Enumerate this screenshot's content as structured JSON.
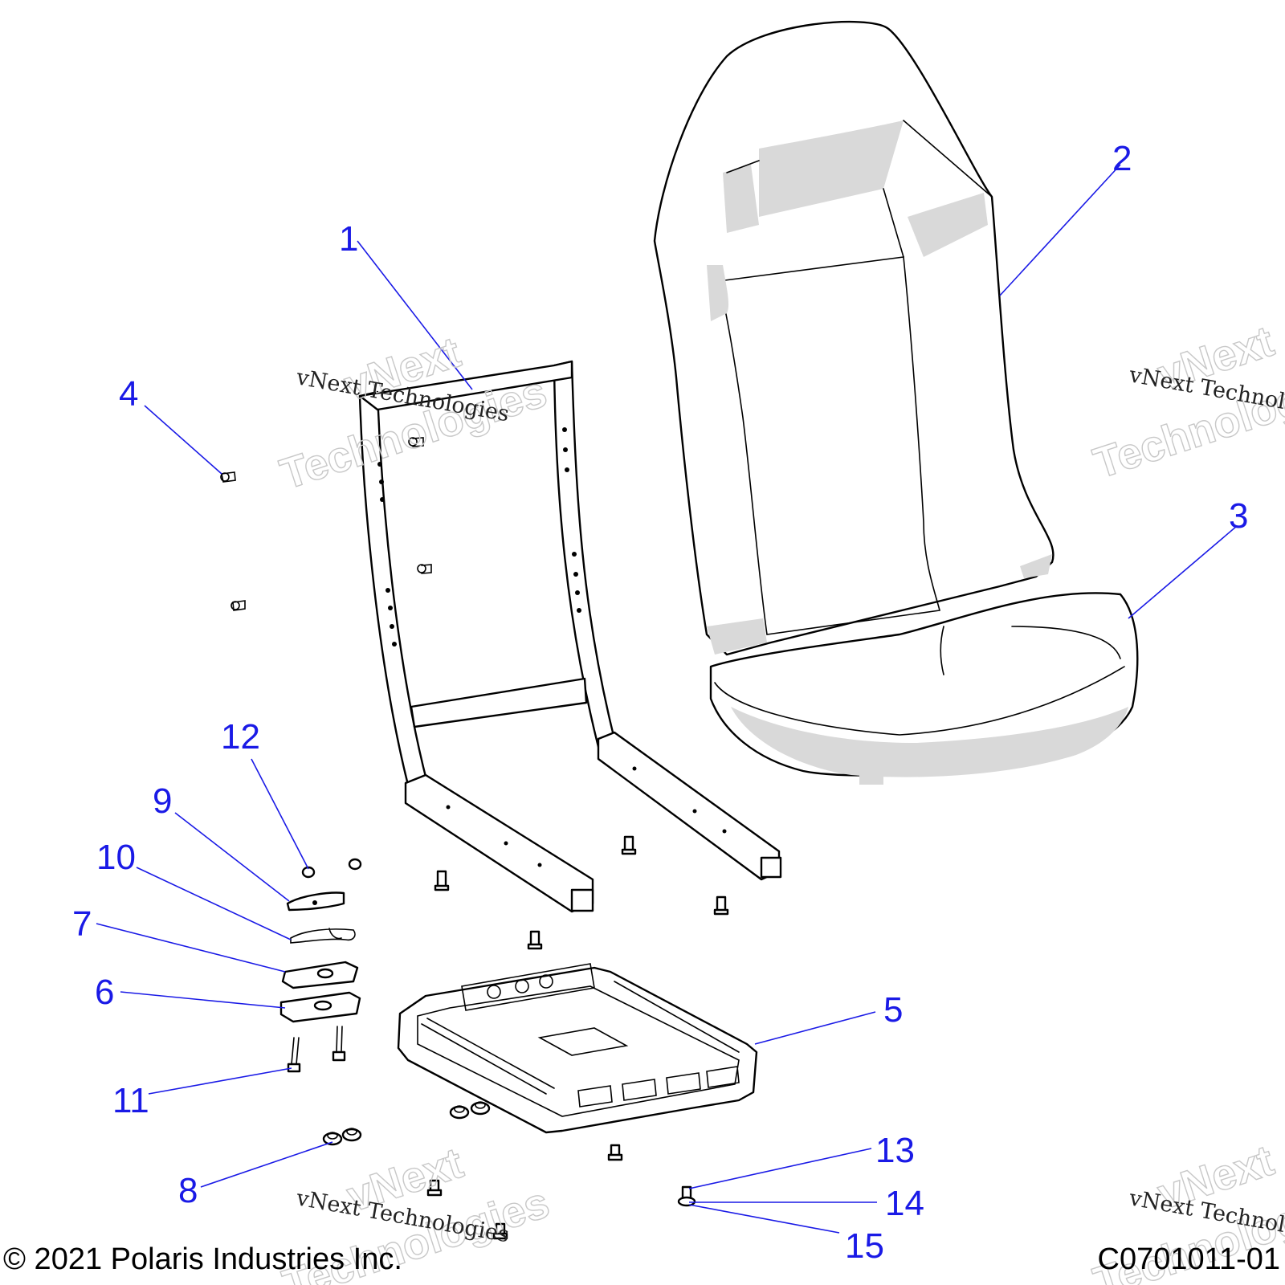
{
  "footer": {
    "copyright": "© 2021 Polaris Industries Inc.",
    "drawing_id": "C0701011-01"
  },
  "watermark": {
    "brand": "vNext Technologies",
    "line1": "vNext",
    "line2": "Technologies"
  },
  "callouts": [
    "1",
    "2",
    "3",
    "4",
    "5",
    "6",
    "7",
    "8",
    "9",
    "10",
    "11",
    "12",
    "13",
    "14",
    "15"
  ],
  "colors": {
    "callout": "#1a1ae6",
    "line": "#000000",
    "shade": "#d9d9d9"
  }
}
